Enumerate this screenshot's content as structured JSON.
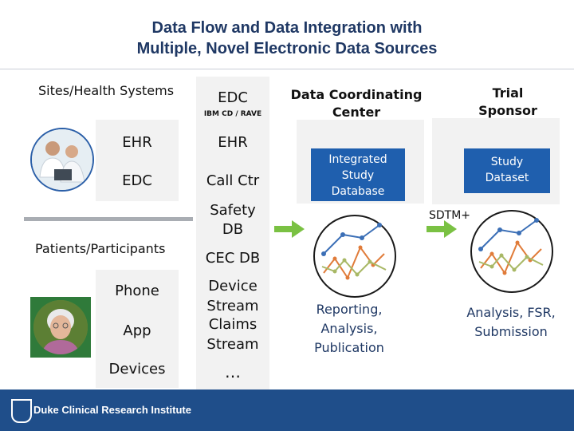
{
  "title": {
    "line1": "Data Flow and Data Integration with",
    "line2": "Multiple, Novel Electronic Data Sources"
  },
  "sites": {
    "heading": "Sites/Health Systems",
    "items": [
      "EHR",
      "EDC"
    ]
  },
  "patients": {
    "heading": "Patients/Participants",
    "items": [
      "Phone",
      "App",
      "Devices"
    ]
  },
  "edc": {
    "heading": "EDC",
    "subheading": "IBM CD / RAVE",
    "items": [
      "EHR",
      "Call Ctr",
      "Safety\nDB",
      "CEC DB",
      "Device\nStream",
      "Claims\nStream",
      "…"
    ]
  },
  "dcc": {
    "heading": "Data Coordinating\nCenter",
    "box_label": "Integrated\nStudy\nDatabase",
    "caption": "Reporting,\nAnalysis,\nPublication"
  },
  "sponsor": {
    "heading": "Trial\nSponsor",
    "box_label": "Study\nDataset",
    "caption": "Analysis, FSR,\nSubmission"
  },
  "transfer_label": "SDTM+",
  "footer": {
    "text": "Duke Clinical Research Institute"
  },
  "colors": {
    "title": "#1f3864",
    "blue_box": "#1f5fae",
    "arrow": "#7ac143",
    "line_blue": "#3b6fb6",
    "line_orange": "#e07b39",
    "line_green": "#a8b865"
  },
  "icons": [
    "doctor-photo",
    "patient-photo",
    "green-arrow-icon",
    "line-chart-icon",
    "duke-logo-icon"
  ]
}
